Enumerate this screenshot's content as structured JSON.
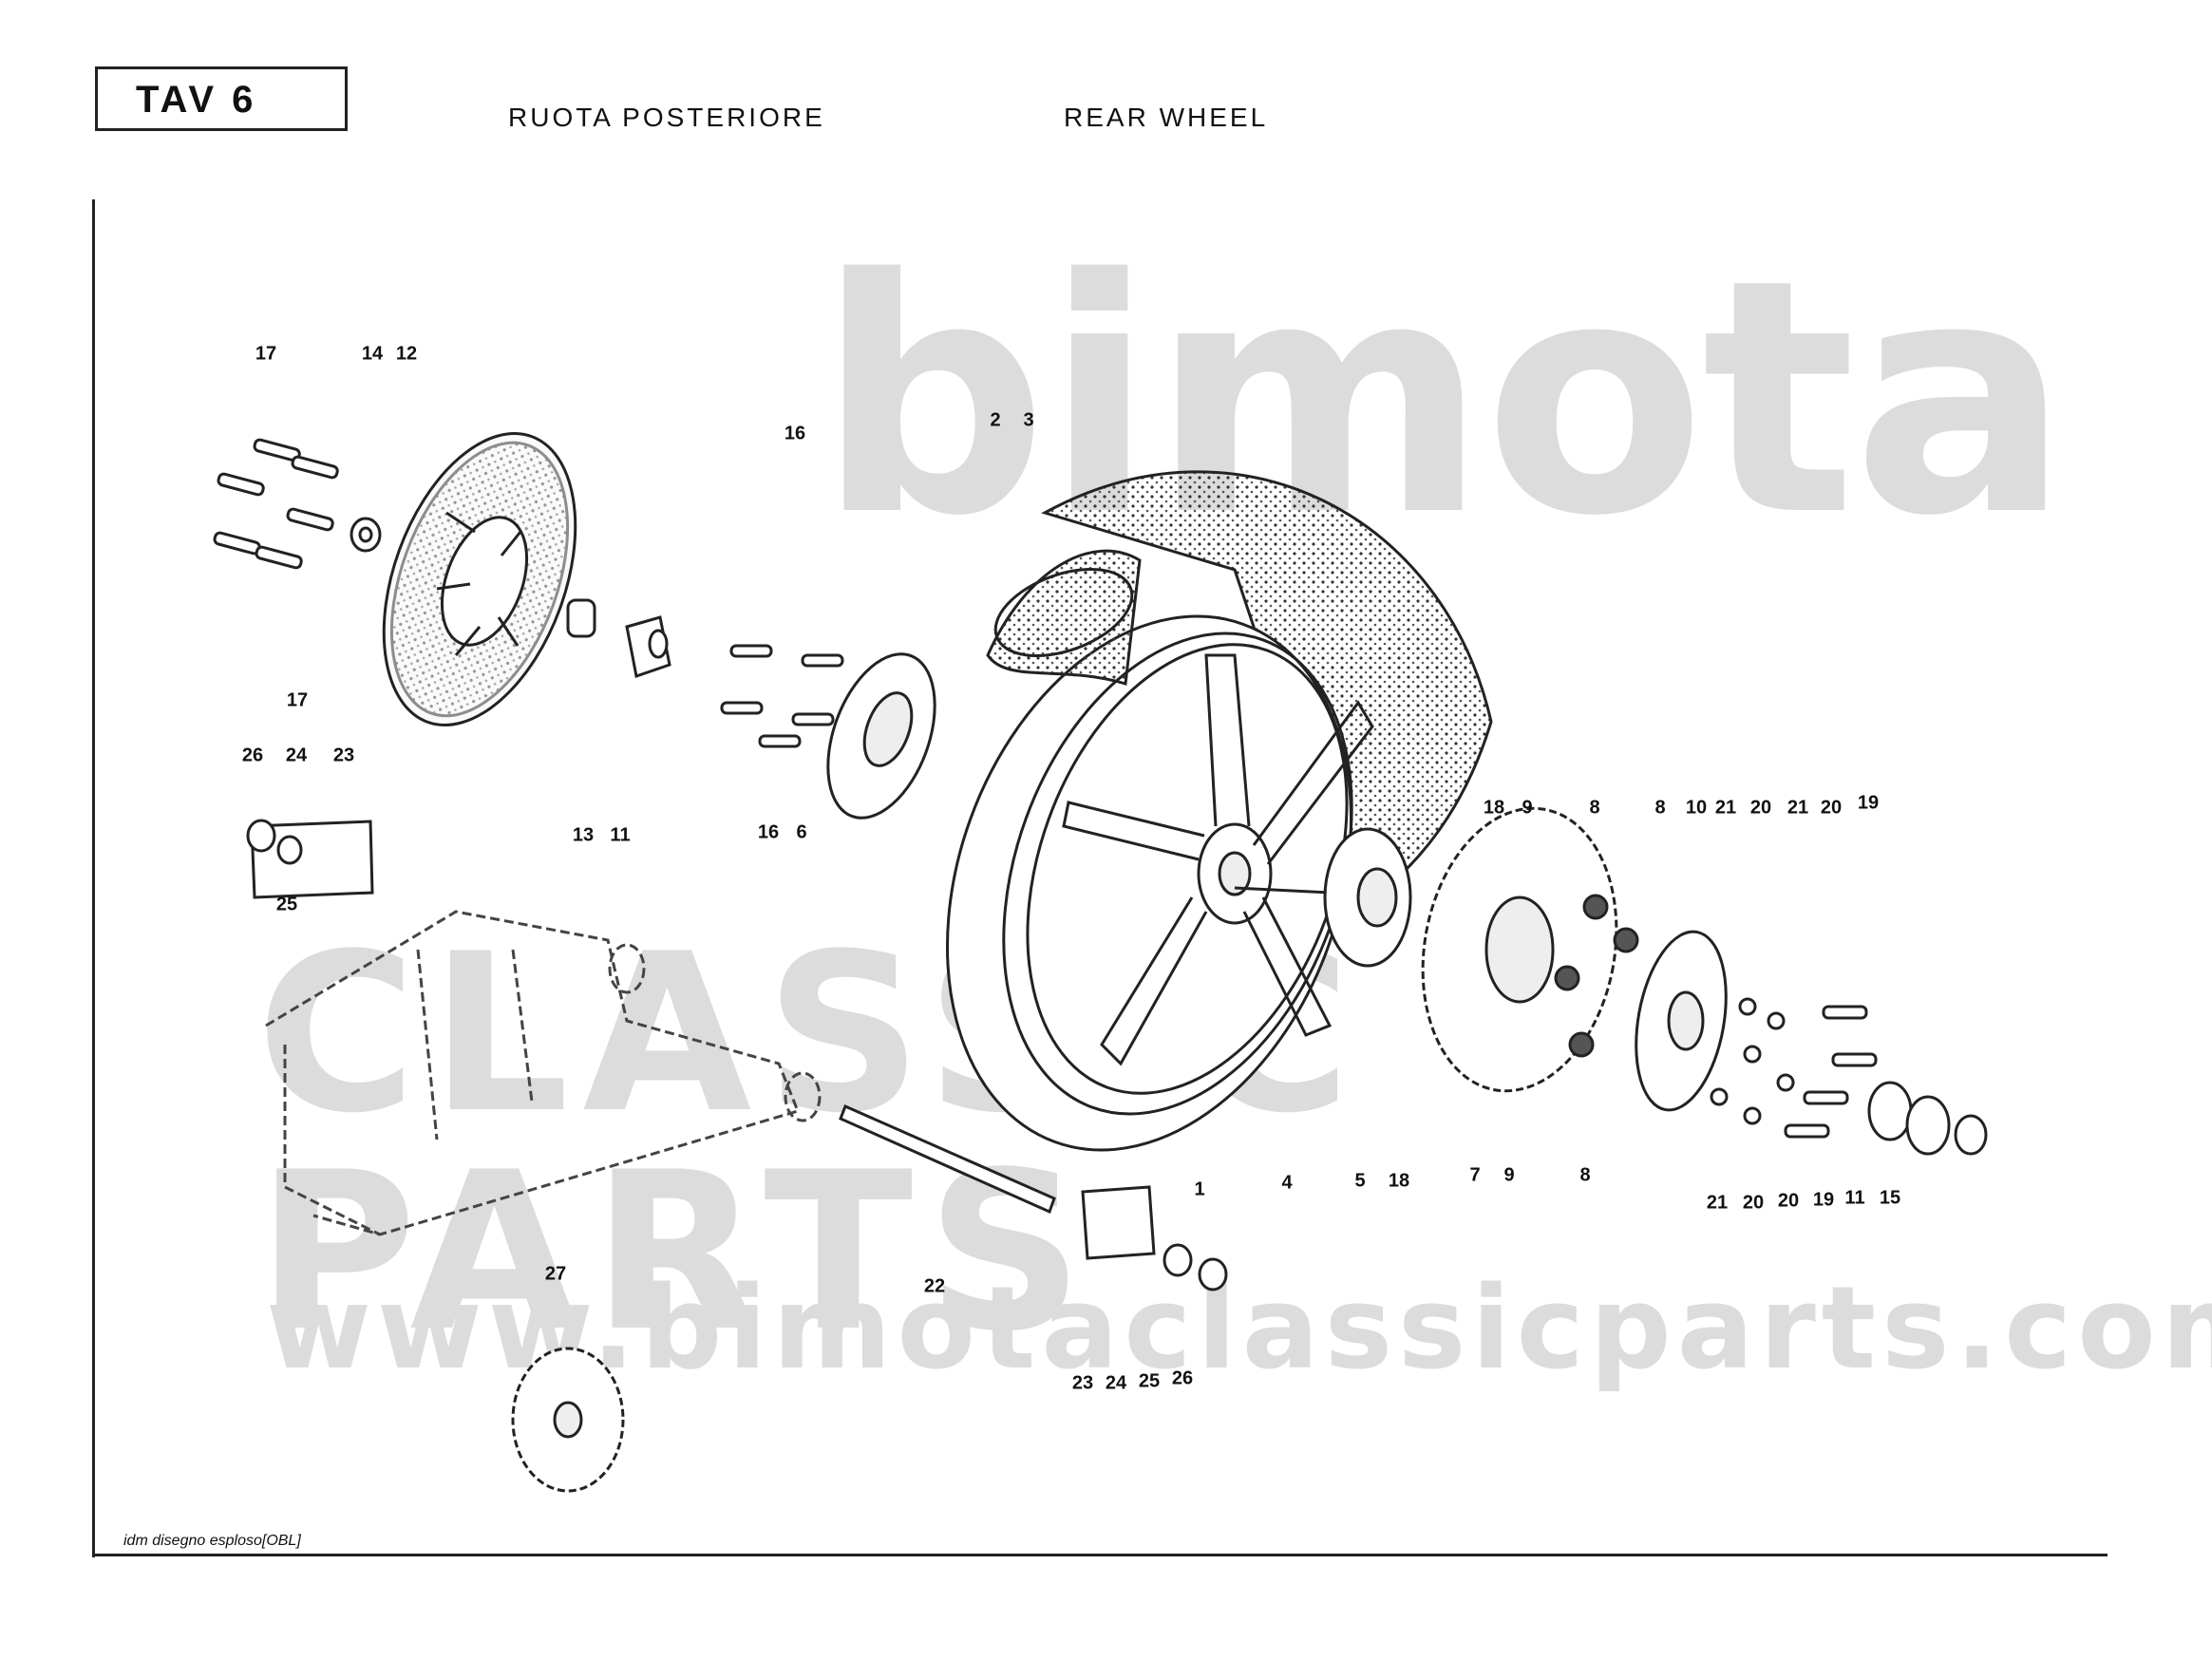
{
  "header": {
    "table_label": "TAV 6",
    "title_it": "RUOTA    POSTERIORE",
    "title_en": "REAR    WHEEL"
  },
  "watermark": {
    "brand": "bimota",
    "line2": "CLASSIC PARTS",
    "url": "www.bimotaclassicparts.com"
  },
  "footer": {
    "credit": "idm disegno esploso[OBL]"
  },
  "labels": [
    {
      "id": "l1",
      "text": "17"
    },
    {
      "id": "l2",
      "text": "14"
    },
    {
      "id": "l3",
      "text": "12"
    },
    {
      "id": "l4",
      "text": "17"
    },
    {
      "id": "l5",
      "text": "16"
    },
    {
      "id": "l6",
      "text": "2"
    },
    {
      "id": "l7",
      "text": "3"
    },
    {
      "id": "l8",
      "text": "26"
    },
    {
      "id": "l9",
      "text": "24"
    },
    {
      "id": "l10",
      "text": "23"
    },
    {
      "id": "l11",
      "text": "25"
    },
    {
      "id": "l12",
      "text": "13"
    },
    {
      "id": "l13",
      "text": "11"
    },
    {
      "id": "l14",
      "text": "16"
    },
    {
      "id": "l15",
      "text": "6"
    },
    {
      "id": "l16",
      "text": "18"
    },
    {
      "id": "l17",
      "text": "9"
    },
    {
      "id": "l18",
      "text": "8"
    },
    {
      "id": "l19",
      "text": "8"
    },
    {
      "id": "l20",
      "text": "10"
    },
    {
      "id": "l21",
      "text": "21"
    },
    {
      "id": "l22",
      "text": "20"
    },
    {
      "id": "l23",
      "text": "21"
    },
    {
      "id": "l24",
      "text": "20"
    },
    {
      "id": "l25",
      "text": "19"
    },
    {
      "id": "l26",
      "text": "1"
    },
    {
      "id": "l27",
      "text": "4"
    },
    {
      "id": "l28",
      "text": "5"
    },
    {
      "id": "l29",
      "text": "18"
    },
    {
      "id": "l30",
      "text": "7"
    },
    {
      "id": "l31",
      "text": "9"
    },
    {
      "id": "l32",
      "text": "8"
    },
    {
      "id": "l33",
      "text": "21"
    },
    {
      "id": "l34",
      "text": "20"
    },
    {
      "id": "l35",
      "text": "20"
    },
    {
      "id": "l36",
      "text": "19"
    },
    {
      "id": "l37",
      "text": "11"
    },
    {
      "id": "l38",
      "text": "15"
    },
    {
      "id": "l39",
      "text": "22"
    },
    {
      "id": "l40",
      "text": "27"
    },
    {
      "id": "l41",
      "text": "23"
    },
    {
      "id": "l42",
      "text": "24"
    },
    {
      "id": "l43",
      "text": "25"
    },
    {
      "id": "l44",
      "text": "26"
    }
  ]
}
